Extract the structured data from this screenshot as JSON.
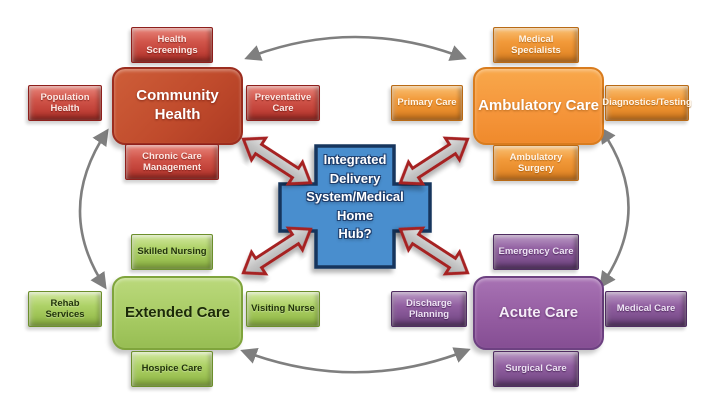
{
  "diagram": {
    "hub": {
      "label": "Integrated Delivery System/Medical Home Hub?",
      "lines": [
        "Integrated",
        "Delivery",
        "System/Medical",
        "Home",
        "Hub?"
      ],
      "fill_color": "#4a8ece",
      "border_color": "#17365d"
    },
    "quadrants": [
      {
        "id": "community-health",
        "label": "Community Health",
        "color": "#c04b2c",
        "satellites": [
          "Health Screenings",
          "Population Health",
          "Preventative Care",
          "Chronic Care Management"
        ]
      },
      {
        "id": "ambulatory-care",
        "label": "Ambulatory Care",
        "color": "#f5953a",
        "satellites": [
          "Medical Specialists",
          "Primary Care",
          "Diagnostics/Testing",
          "Ambulatory Surgery"
        ]
      },
      {
        "id": "extended-care",
        "label": "Extended Care",
        "color": "#a6ca62",
        "satellites": [
          "Skilled Nursing",
          "Rehab Services",
          "Visiting Nurse",
          "Hospice Care"
        ]
      },
      {
        "id": "acute-care",
        "label": "Acute Care",
        "color": "#935ba0",
        "satellites": [
          "Emergency Care",
          "Discharge Planning",
          "Medical Care",
          "Surgical Care"
        ]
      }
    ],
    "connector_colors": {
      "cycle_arrows": "#7f7f7f",
      "hub_arrow_outline": "#a62024",
      "hub_arrow_fill": "#c9c9c9"
    }
  }
}
